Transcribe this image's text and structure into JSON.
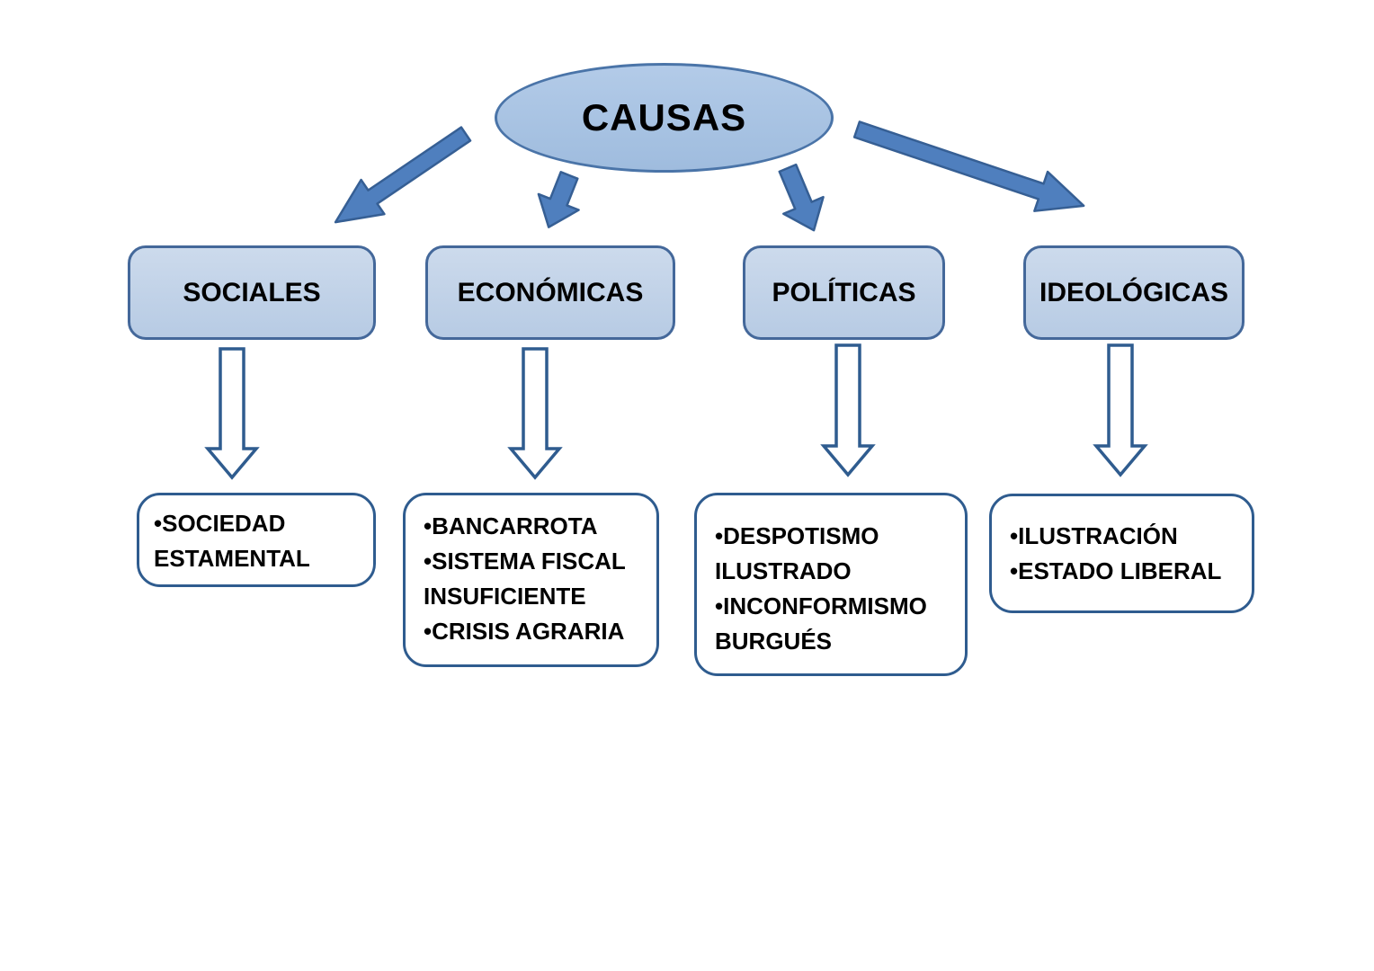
{
  "title": {
    "label": "CAUSAS"
  },
  "categories": [
    {
      "label": "SOCIALES"
    },
    {
      "label": "ECONÓMICAS"
    },
    {
      "label": "POLÍTICAS"
    },
    {
      "label": "IDEOLÓGICAS"
    }
  ],
  "details": [
    {
      "items": [
        "•SOCIEDAD ESTAMENTAL"
      ]
    },
    {
      "items": [
        "•BANCARROTA",
        "•SISTEMA FISCAL INSUFICIENTE",
        "•CRISIS AGRARIA"
      ]
    },
    {
      "items": [
        "•DESPOTISMO ILUSTRADO",
        "•INCONFORMISMO BURGUÉS"
      ]
    },
    {
      "items": [
        "•ILUSTRACIÓN",
        "•ESTADO LIBERAL"
      ]
    }
  ],
  "colors": {
    "node_fill": "#a9c4e4",
    "category_fill": "#c3d5e9",
    "node_border": "#44689a",
    "solid_arrow_fill": "#4f7fbe",
    "solid_arrow_border": "#365f94",
    "detail_box_border": "#2f5c8f",
    "text": "#000000",
    "background": "#ffffff"
  }
}
